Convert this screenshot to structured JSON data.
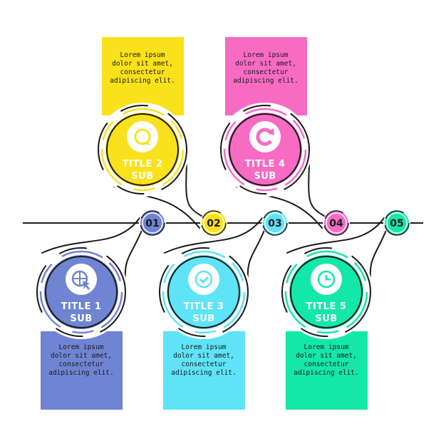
{
  "colors": {
    "step1": "#6f84d2",
    "step2": "#f9e11b",
    "step3": "#5ee3f7",
    "step4": "#f76bc3",
    "step5": "#14e8a9",
    "ink": "#1a1a1a"
  },
  "steps": [
    {
      "number": "01",
      "title": "TITLE 1",
      "sub": "SUB",
      "icon": "globe-cursor-icon",
      "desc": [
        "Lorem ipsum",
        "dolor sit amet,",
        "consectetur",
        "adipiscing elit."
      ]
    },
    {
      "number": "02",
      "title": "TITLE 2",
      "sub": "SUB",
      "icon": "chat-bubble-icon",
      "desc": [
        "Lorem ipsum",
        "dolor sit amet,",
        "consectetur",
        "adipiscing elit."
      ]
    },
    {
      "number": "03",
      "title": "TITLE 3",
      "sub": "SUB",
      "icon": "check-circle-icon",
      "desc": [
        "Lorem ipsum",
        "dolor sit amet,",
        "consectetur",
        "adipiscing elit."
      ]
    },
    {
      "number": "04",
      "title": "TITLE 4",
      "sub": "SUB",
      "icon": "refresh-icon",
      "desc": [
        "Lorem ipsum",
        "dolor sit amet,",
        "consectetur",
        "adipiscing elit."
      ]
    },
    {
      "number": "05",
      "title": "TITLE 5",
      "sub": "SUB",
      "icon": "clock-icon",
      "desc": [
        "Lorem ipsum",
        "dolor sit amet,",
        "consectetur",
        "adipiscing elit."
      ]
    }
  ]
}
